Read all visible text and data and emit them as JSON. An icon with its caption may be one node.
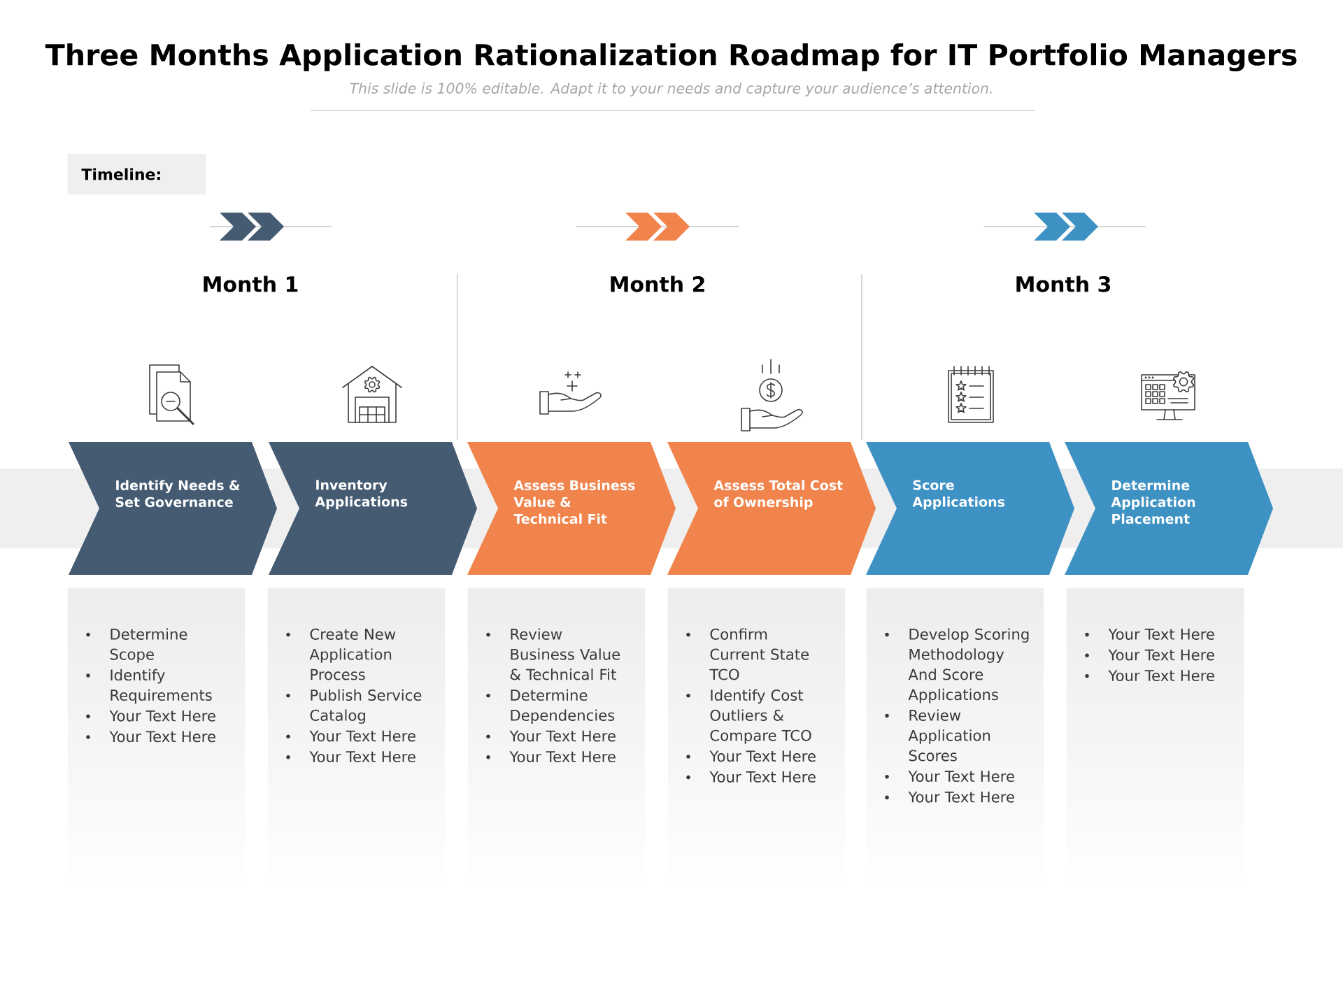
{
  "diagram": {
    "title": "Three Months Application Rationalization Roadmap for IT Portfolio Managers",
    "nodes": [
      {
        "text": [
          "Timeline:"
        ]
      },
      {
        "text": [],
        "shape": "band"
      },
      {
        "text": [
          "Identify Needs & Set Governance"
        ]
      },
      {
        "text": [
          "Inventory Applications"
        ]
      },
      {
        "text": [
          "Assess Business Value & Technical Fit"
        ]
      },
      {
        "text": [
          "Assess Total Cost of Ownership"
        ]
      },
      {
        "text": [
          "Score Applications"
        ]
      },
      {
        "text": [
          "Determine Application Placement"
        ]
      },
      {
        "text": [
          "Determine Scope",
          "Identify Requirements",
          "Your Text Here",
          "Your Text Here"
        ]
      },
      {
        "text": [
          "Create New Application Process",
          "Publish Service Catalog",
          "Your Text Here",
          "Your Text Here"
        ]
      },
      {
        "text": [
          "Review Business Value & Technical Fit",
          "Determine Dependencies",
          "Your Text Here",
          "Your Text Here"
        ]
      },
      {
        "text": [
          "Confirm Current State TCO",
          "Identify Cost Outliers & Compare TCO",
          "Your Text Here",
          "Your Text Here"
        ]
      },
      {
        "text": [
          "Develop Scoring Methodology And Score Applications",
          "Review Application Scores",
          "Your Text Here",
          "Your Text Here"
        ]
      },
      {
        "text": [
          "Your Text Here",
          "Your Text Here",
          "Your Text Here"
        ]
      }
    ],
    "labels": [
      "This slide is 100% editable. Adapt it to your needs and capture your audience’s attention.",
      "Month 1",
      "Month 2",
      "Month 3"
    ]
  }
}
